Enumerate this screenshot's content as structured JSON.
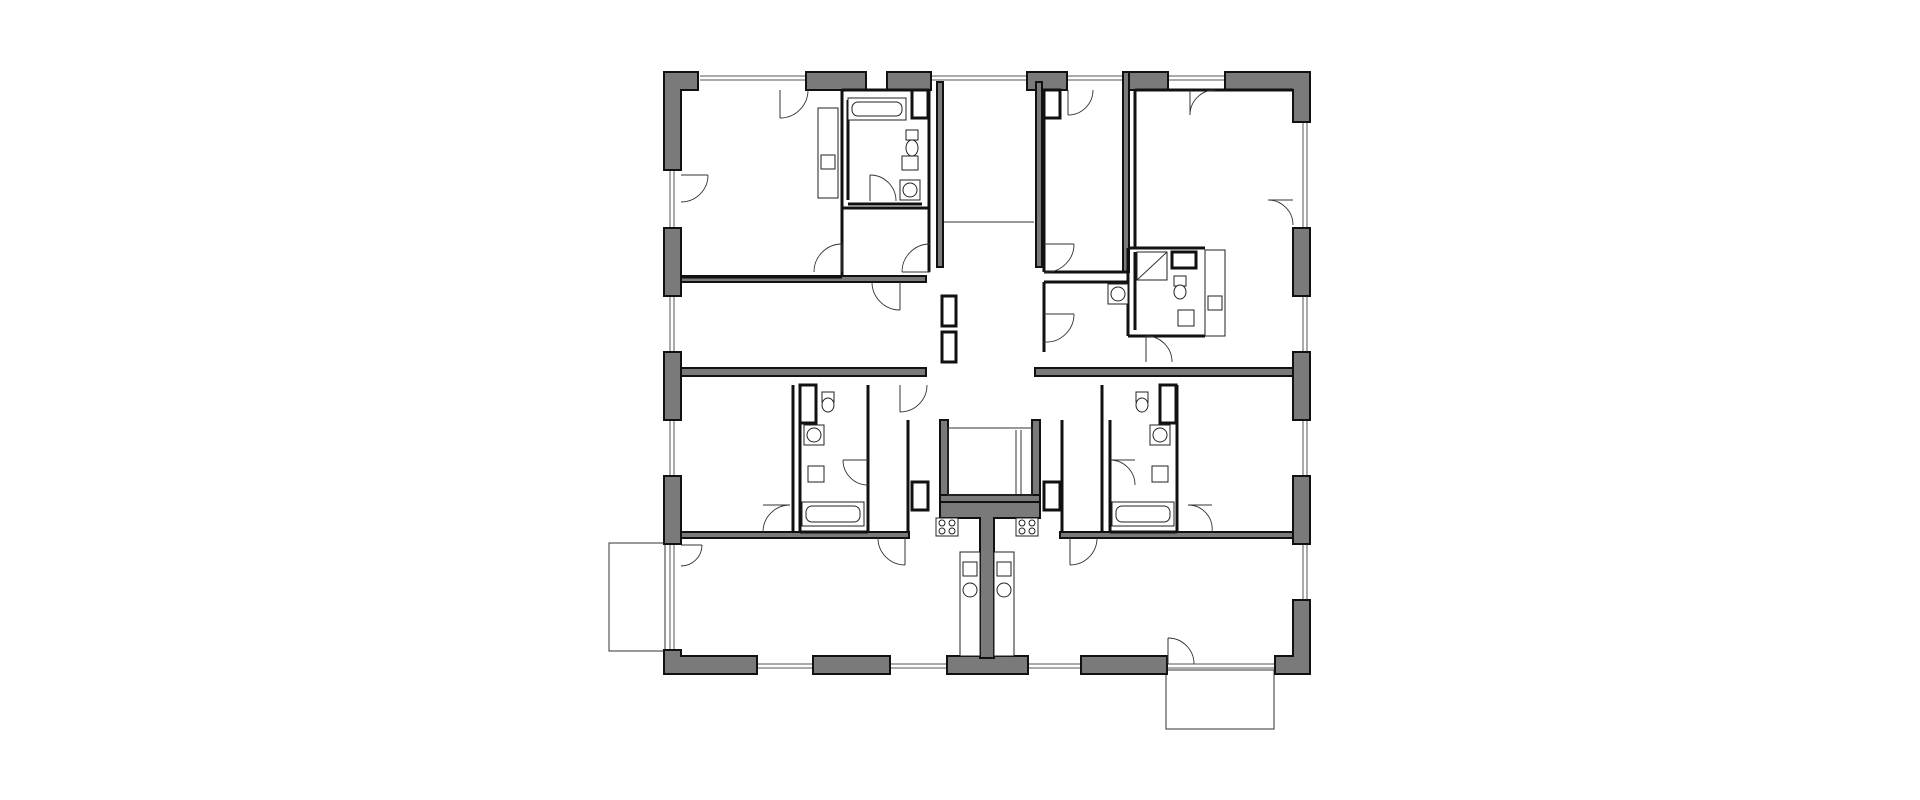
{
  "drawing": {
    "type": "architectural floor plan",
    "colors": {
      "background": "#ffffff",
      "wall_fill": "#7a7a7a",
      "line": "#111111",
      "thin_line": "#333333"
    },
    "symbols": {
      "kitchen_stove_icon": "four-burner hob",
      "sink_icon": "kitchen sink",
      "bath_icon": "bathtub",
      "toilet_icon": "toilet",
      "basin_icon": "wash basin",
      "shower_icon": "shower tray",
      "washer_icon": "washing machine",
      "door_icon": "swing door",
      "window_icon": "glazed window",
      "balcony_icon": "balcony slab"
    }
  }
}
